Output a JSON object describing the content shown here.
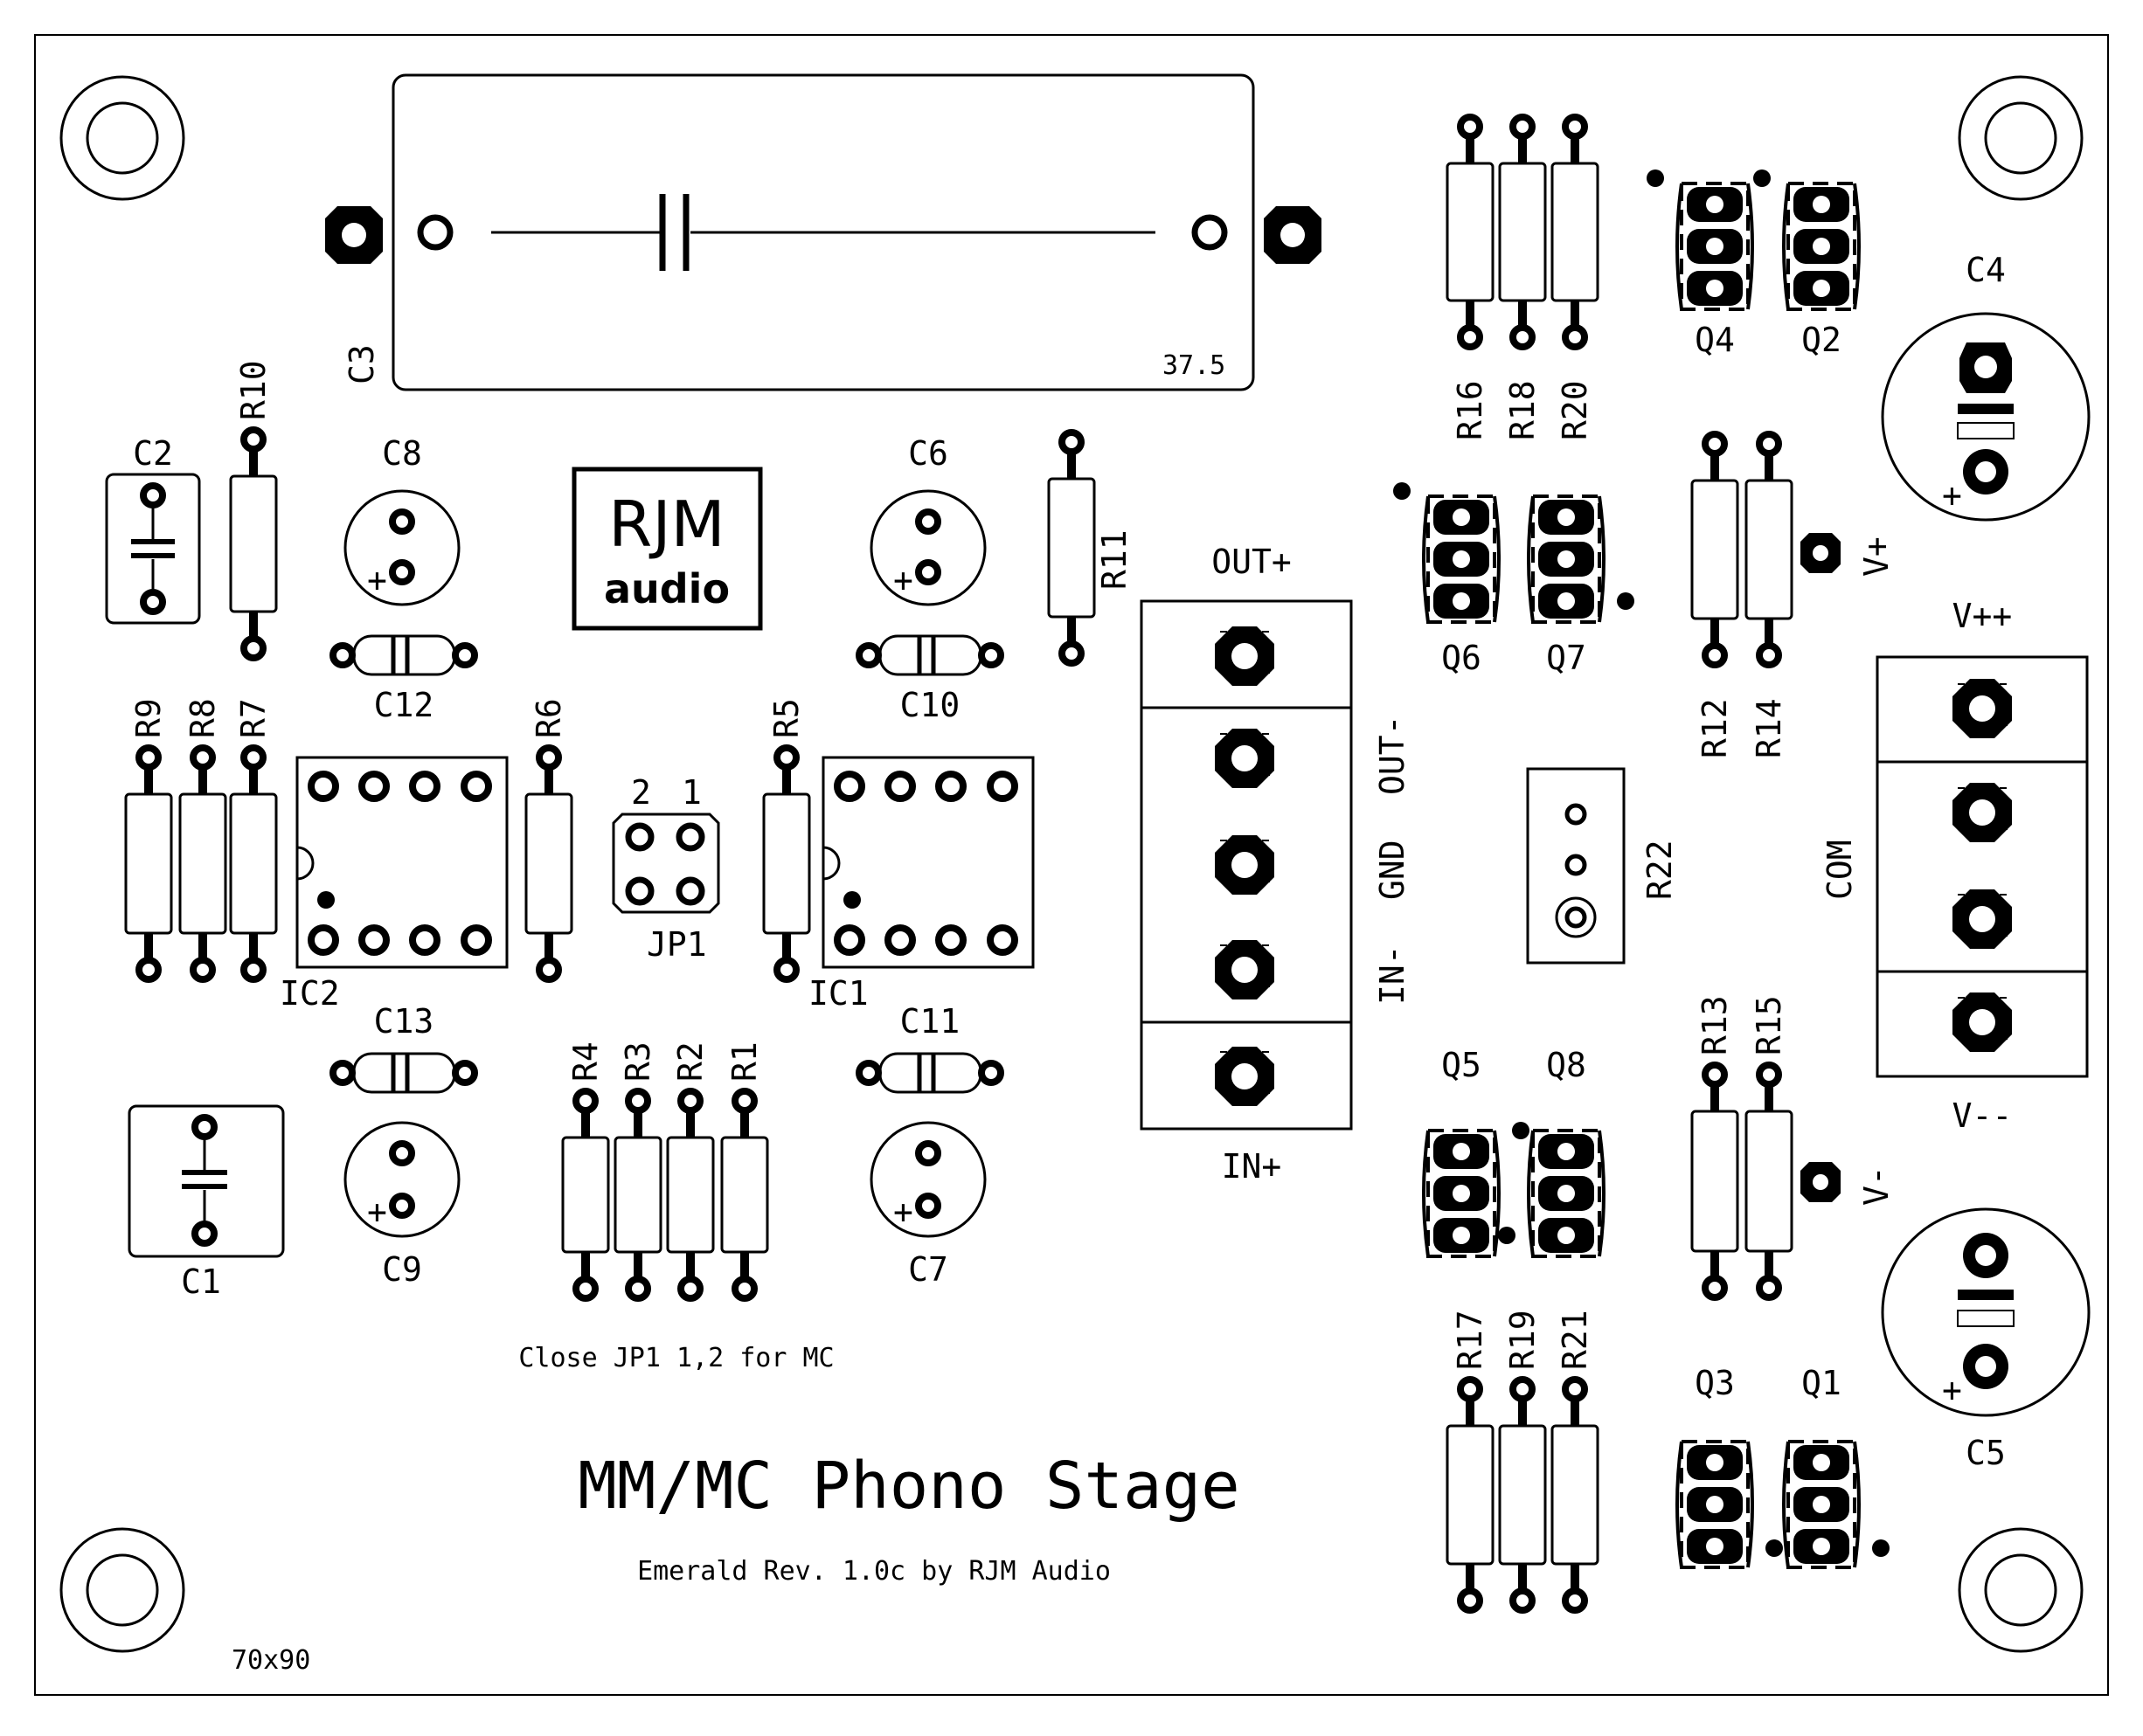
{
  "board": {
    "title": "MM/MC Phono Stage",
    "subtitle": "Emerald Rev. 1.0c by RJM Audio",
    "size_note": "70x90",
    "jumper_note": "Close JP1 1,2 for MC",
    "logo_line1": "RJM",
    "logo_line2": "audio",
    "c3_value": "37.5"
  },
  "labels": {
    "C1": "C1",
    "C2": "C2",
    "C3": "C3",
    "C4": "C4",
    "C5": "C5",
    "C6": "C6",
    "C7": "C7",
    "C8": "C8",
    "C9": "C9",
    "C10": "C10",
    "C11": "C11",
    "C12": "C12",
    "C13": "C13",
    "R1": "R1",
    "R2": "R2",
    "R3": "R3",
    "R4": "R4",
    "R5": "R5",
    "R6": "R6",
    "R7": "R7",
    "R8": "R8",
    "R9": "R9",
    "R10": "R10",
    "R11": "R11",
    "R12": "R12",
    "R13": "R13",
    "R14": "R14",
    "R15": "R15",
    "R16": "R16",
    "R17": "R17",
    "R18": "R18",
    "R19": "R19",
    "R20": "R20",
    "R21": "R21",
    "R22": "R22",
    "Q1": "Q1",
    "Q2": "Q2",
    "Q3": "Q3",
    "Q4": "Q4",
    "Q5": "Q5",
    "Q6": "Q6",
    "Q7": "Q7",
    "Q8": "Q8",
    "IC1": "IC1",
    "IC2": "IC2",
    "JP1": "JP1",
    "jp_pin2": "2",
    "jp_pin1": "1"
  },
  "connectors": {
    "out_plus": "OUT+",
    "out_minus": "OUT-",
    "gnd": "GND",
    "in_minus": "IN-",
    "in_plus": "IN+",
    "v_plus_plus": "V++",
    "com": "COM",
    "v_minus_minus": "V--",
    "v_plus": "V+",
    "v_minus": "V-",
    "plus_mark": "+"
  }
}
